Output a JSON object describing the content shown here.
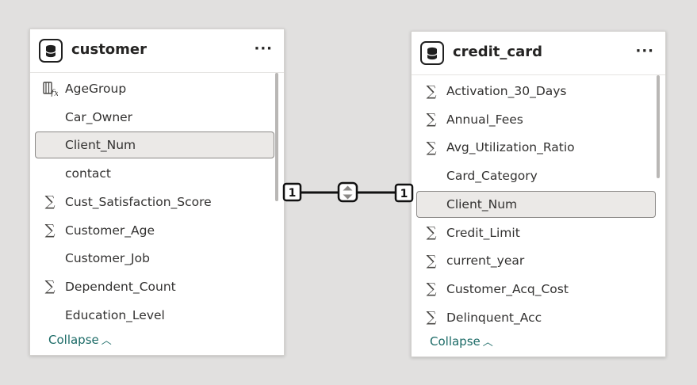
{
  "tables": {
    "customer": {
      "title": "customer",
      "more": "···",
      "fields": [
        {
          "name": "AgeGroup",
          "icon": "calculated-column-icon"
        },
        {
          "name": "Car_Owner",
          "icon": "none"
        },
        {
          "name": "Client_Num",
          "icon": "none",
          "selected": true
        },
        {
          "name": "contact",
          "icon": "none"
        },
        {
          "name": "Cust_Satisfaction_Score",
          "icon": "sigma-icon"
        },
        {
          "name": "Customer_Age",
          "icon": "sigma-icon"
        },
        {
          "name": "Customer_Job",
          "icon": "none"
        },
        {
          "name": "Dependent_Count",
          "icon": "sigma-icon"
        },
        {
          "name": "Education_Level",
          "icon": "none"
        }
      ],
      "collapse_label": "Collapse"
    },
    "credit_card": {
      "title": "credit_card",
      "more": "···",
      "fields": [
        {
          "name": "Activation_30_Days",
          "icon": "sigma-icon"
        },
        {
          "name": "Annual_Fees",
          "icon": "sigma-icon"
        },
        {
          "name": "Avg_Utilization_Ratio",
          "icon": "sigma-icon"
        },
        {
          "name": "Card_Category",
          "icon": "none"
        },
        {
          "name": "Client_Num",
          "icon": "none",
          "selected": true
        },
        {
          "name": "Credit_Limit",
          "icon": "sigma-icon"
        },
        {
          "name": "current_year",
          "icon": "sigma-icon"
        },
        {
          "name": "Customer_Acq_Cost",
          "icon": "sigma-icon"
        },
        {
          "name": "Delinquent_Acc",
          "icon": "sigma-icon"
        }
      ],
      "collapse_label": "Collapse"
    }
  },
  "relationship": {
    "left_cardinality": "1",
    "right_cardinality": "1",
    "cross_filter": "both"
  },
  "colors": {
    "background": "#e1e0df",
    "link": "#1b6a66",
    "selected_bg": "#ebe9e7"
  }
}
